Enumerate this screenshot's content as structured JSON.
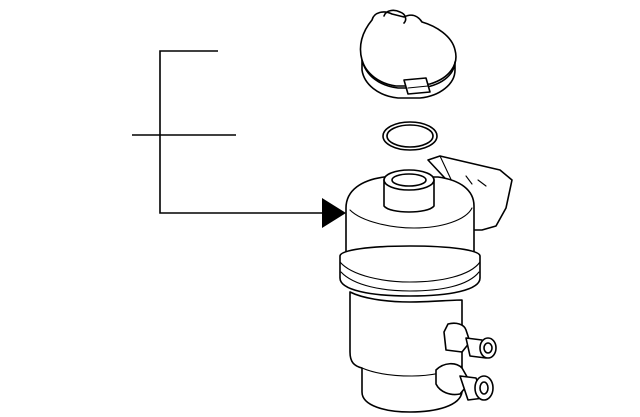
{
  "diagram": {
    "kind": "exploded parts illustration",
    "parts": [
      "reservoir-cap",
      "cap-seal-o-ring",
      "fluid-reservoir"
    ],
    "colors": {
      "line": "#000000",
      "fill": "#ffffff",
      "background": "#ffffff"
    }
  }
}
